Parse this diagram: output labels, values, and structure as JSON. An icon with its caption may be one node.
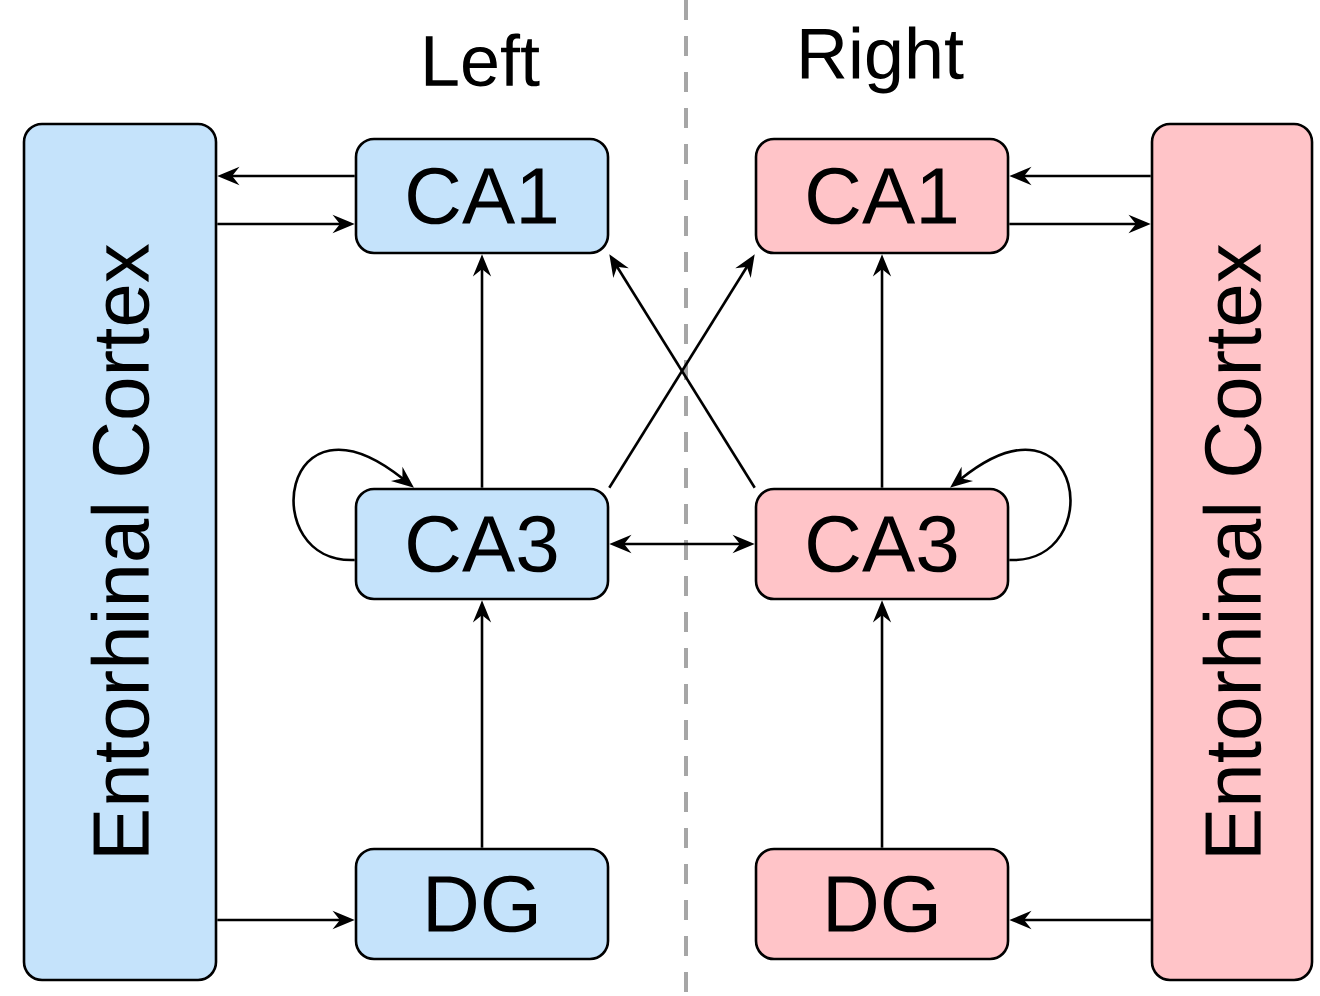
{
  "diagram": {
    "nodes": [
      {
        "text": [
          "Entorhinal Cortex"
        ]
      },
      {
        "text": [
          "CA1"
        ]
      },
      {
        "text": [
          "CA3"
        ]
      },
      {
        "text": [
          "DG"
        ]
      },
      {
        "text": [
          "CA1"
        ]
      },
      {
        "text": [
          "CA3"
        ]
      },
      {
        "text": [
          "DG"
        ]
      },
      {
        "text": [
          "Entorhinal Cortex"
        ]
      }
    ],
    "edges": [
      {
        "from": 1,
        "to": 0,
        "arrow": "to"
      },
      {
        "from": 0,
        "to": 1,
        "arrow": "to"
      },
      {
        "from": 0,
        "to": 3,
        "arrow": "to"
      },
      {
        "from": 3,
        "to": 2,
        "arrow": "to"
      },
      {
        "from": 2,
        "to": 1,
        "arrow": "to"
      },
      {
        "from": 2,
        "to": 2,
        "arrow": "to"
      },
      {
        "from": 2,
        "to": 5,
        "arrow": "both"
      },
      {
        "from": 2,
        "to": 4,
        "arrow": "to"
      },
      {
        "from": 5,
        "to": 1,
        "arrow": "to"
      },
      {
        "from": 5,
        "to": 4,
        "arrow": "to"
      },
      {
        "from": 6,
        "to": 5,
        "arrow": "to"
      },
      {
        "from": 5,
        "to": 5,
        "arrow": "to"
      },
      {
        "from": 7,
        "to": 4,
        "arrow": "to"
      },
      {
        "from": 4,
        "to": 7,
        "arrow": "to"
      },
      {
        "from": 7,
        "to": 6,
        "arrow": "to"
      }
    ],
    "labels": [
      "Left",
      "Right"
    ]
  }
}
